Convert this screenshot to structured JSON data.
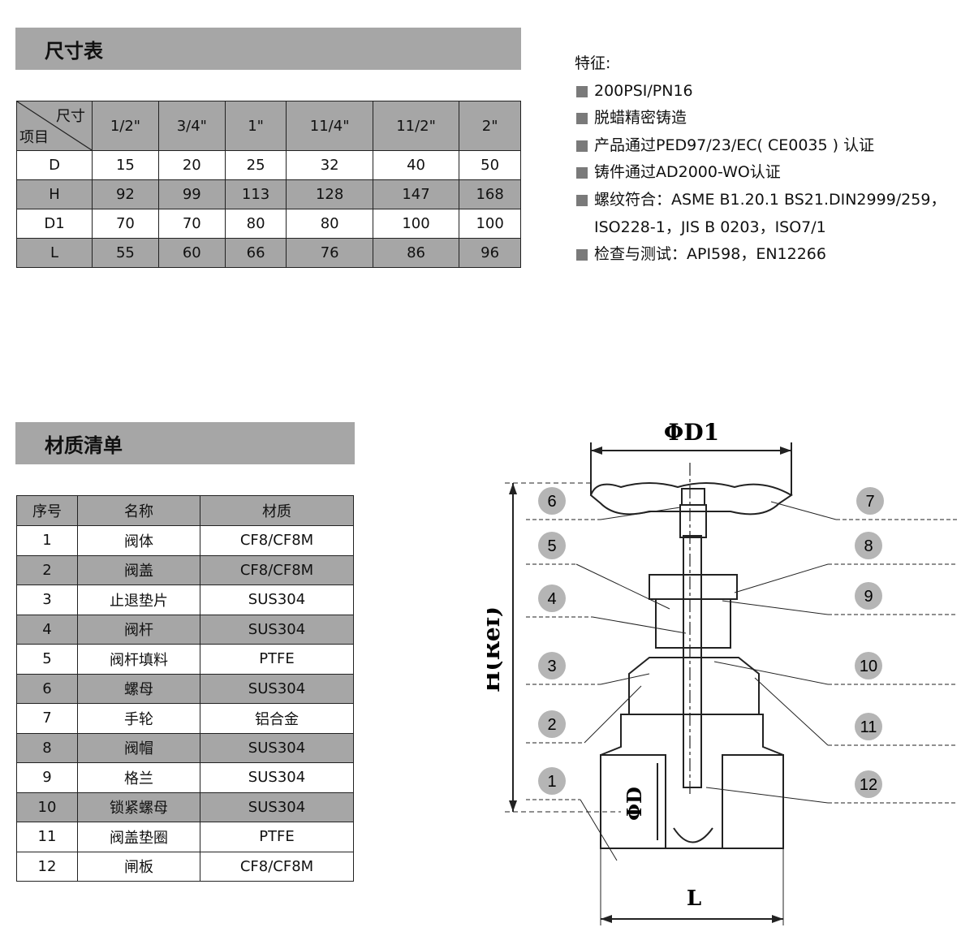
{
  "dimension_section": {
    "title": "尺寸表",
    "corner_top": "尺寸",
    "corner_bottom": "项目",
    "sizes": [
      "1/2\"",
      "3/4\"",
      "1\"",
      "11/4\"",
      "11/2\"",
      "2\""
    ],
    "rows": [
      {
        "label": "D",
        "values": [
          "15",
          "20",
          "25",
          "32",
          "40",
          "50"
        ]
      },
      {
        "label": "H",
        "values": [
          "92",
          "99",
          "113",
          "128",
          "147",
          "168"
        ]
      },
      {
        "label": "D1",
        "values": [
          "70",
          "70",
          "80",
          "80",
          "100",
          "100"
        ]
      },
      {
        "label": "L",
        "values": [
          "55",
          "60",
          "66",
          "76",
          "86",
          "96"
        ]
      }
    ]
  },
  "features": {
    "title": "特征:",
    "items": [
      "200PSI/PN16",
      "脱蜡精密铸造",
      "产品通过PED97/23/EC( CE0035 ) 认证",
      "铸件通过AD2000-WO认证",
      "螺纹符合：ASME B1.20.1 BS21.DIN2999/259，ISO228-1，JIS B 0203，ISO7/1",
      "检查与测试：API598，EN12266"
    ]
  },
  "material_section": {
    "title": "材质清单",
    "headers": [
      "序号",
      "名称",
      "材质"
    ],
    "rows": [
      [
        "1",
        "阀体",
        "CF8/CF8M"
      ],
      [
        "2",
        "阀盖",
        "CF8/CF8M"
      ],
      [
        "3",
        "止退垫片",
        "SUS304"
      ],
      [
        "4",
        "阀杆",
        "SUS304"
      ],
      [
        "5",
        "阀杆填料",
        "PTFE"
      ],
      [
        "6",
        "螺母",
        "SUS304"
      ],
      [
        "7",
        "手轮",
        "铝合金"
      ],
      [
        "8",
        "阀帽",
        "SUS304"
      ],
      [
        "9",
        "格兰",
        "SUS304"
      ],
      [
        "10",
        "锁紧螺母",
        "SUS304"
      ],
      [
        "11",
        "阀盖垫圈",
        "PTFE"
      ],
      [
        "12",
        "闸板",
        "CF8/CF8M"
      ]
    ]
  },
  "drawing": {
    "label_d1": "ΦD1",
    "label_h": "H(Ref)",
    "label_d": "ΦD",
    "label_l": "L",
    "callouts": [
      "1",
      "2",
      "3",
      "4",
      "5",
      "6",
      "7",
      "8",
      "9",
      "10",
      "11",
      "12"
    ]
  }
}
